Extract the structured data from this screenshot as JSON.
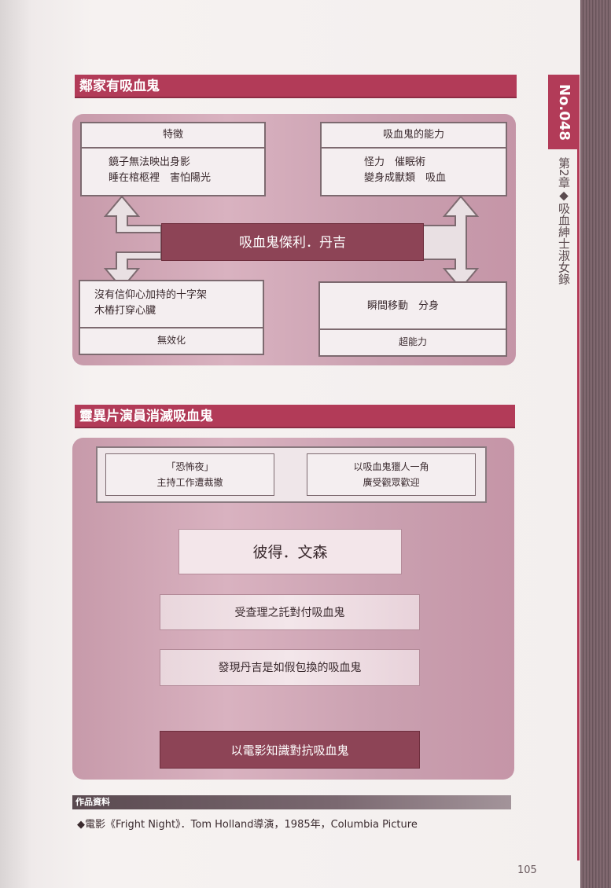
{
  "section1": {
    "title": "鄰家有吸血鬼",
    "center": "吸血鬼傑利．丹吉",
    "top_left": {
      "head": "特徵",
      "lines": [
        "鏡子無法映出身影",
        "睡在棺柩裡　害怕陽光"
      ]
    },
    "top_right": {
      "head": "吸血鬼的能力",
      "lines": [
        "怪力　催眠術",
        "變身成獸類　吸血"
      ]
    },
    "bottom_left": {
      "lines": [
        "沒有信仰心加持的十字架",
        "木樁打穿心臟"
      ],
      "foot": "無效化"
    },
    "bottom_right": {
      "lines": [
        "瞬間移動　分身"
      ],
      "foot": "超能力"
    }
  },
  "section2": {
    "title": "靈異片演員消滅吸血鬼",
    "box_left": [
      "「恐怖夜」",
      "主持工作遭裁撤"
    ],
    "box_right": [
      "以吸血鬼獵人一角",
      "廣受觀眾歡迎"
    ],
    "hero": "彼得．文森",
    "step1": "受查理之託對付吸血鬼",
    "step2": "發現丹吉是如假包換的吸血鬼",
    "final": "以電影知識對抗吸血鬼"
  },
  "sidebar": {
    "number": "No.048",
    "chapter": "第2章◆吸血紳士淑女錄"
  },
  "reference": {
    "label": "作品資料",
    "text": "◆電影《Fright Night》．Tom Holland導演，1985年，Columbia Picture"
  },
  "page_number": "105"
}
